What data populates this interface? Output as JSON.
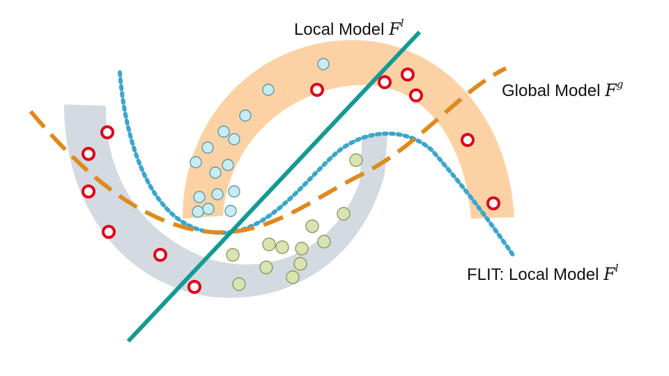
{
  "labels": {
    "local_model": {
      "text": "Local Model ",
      "symbol": "F",
      "superscript": "l"
    },
    "global_model": {
      "text": "Global Model ",
      "symbol": "F",
      "superscript": "g"
    },
    "flit_local_model": {
      "text": "FLIT: Local Model ",
      "symbol": "F",
      "superscript": "l"
    }
  },
  "colors": {
    "gray_band": "#d3dae2",
    "orange_band": "#fcd2a4",
    "teal_line": "#149a94",
    "orange_dash": "#df8a1c",
    "blue_dots": "#3aa6cc",
    "red_ring": "#e00018",
    "blue_point": "#c9ecf3",
    "green_point": "#d9e4b2"
  },
  "legend_style": "inline-labels"
}
